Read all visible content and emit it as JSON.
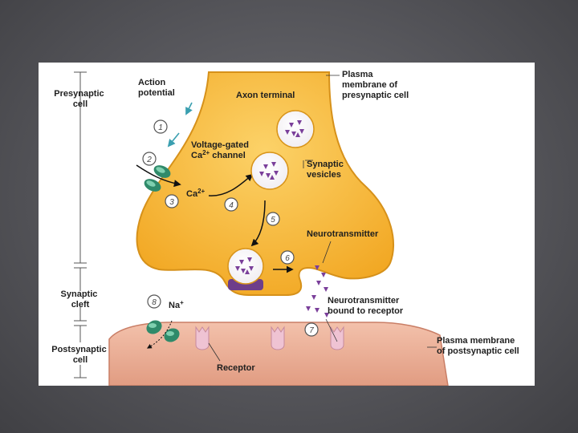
{
  "diagram": {
    "labels": {
      "presynaptic_cell": [
        "Presynaptic",
        "cell"
      ],
      "synaptic_cleft": [
        "Synaptic",
        "cleft"
      ],
      "postsynaptic_cell": [
        "Postsynaptic",
        "cell"
      ],
      "action_potential": [
        "Action",
        "potential"
      ],
      "axon_terminal": "Axon terminal",
      "plasma_membrane_pre": [
        "Plasma",
        "membrane of",
        "presynaptic cell"
      ],
      "voltage_gated": [
        "Voltage-gated",
        "Ca",
        "2+",
        " channel"
      ],
      "synaptic_vesicles": [
        "Synaptic",
        "vesicles"
      ],
      "ca_ion": [
        "Ca",
        "2+"
      ],
      "neurotransmitter": "Neurotransmitter",
      "nt_bound": [
        "Neurotransmitter",
        "bound to receptor"
      ],
      "na_ion": [
        "Na",
        "+"
      ],
      "receptor": "Receptor",
      "plasma_membrane_post": [
        "Plasma membrane",
        "of postsynaptic cell"
      ]
    },
    "steps": [
      "1",
      "2",
      "3",
      "4",
      "5",
      "6",
      "7",
      "8"
    ],
    "colors": {
      "axon": "#f6b52e",
      "axon_edge": "#d8941a",
      "postsynaptic": "#e9ad96",
      "vesicle_dot": "#7a3f9a",
      "channel": "#2f8a6a",
      "receptor": "#efc3d3",
      "docking": "#6e3e8a"
    }
  }
}
